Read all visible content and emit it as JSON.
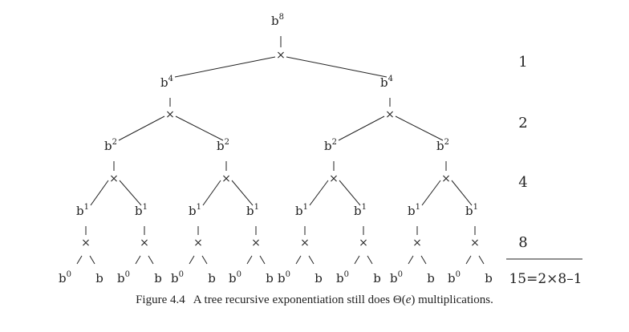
{
  "tree": {
    "operator_symbol": "×",
    "base": "b",
    "levels": [
      {
        "exponent": "8"
      },
      {
        "exponent": "4"
      },
      {
        "exponent": "2"
      },
      {
        "exponent": "1"
      },
      {
        "exponent": "0"
      }
    ],
    "leaf_pair": [
      "b⁰",
      "b"
    ]
  },
  "counts": {
    "level_values": [
      "1",
      "2",
      "4",
      "8"
    ],
    "total": "15=2×8–1"
  },
  "caption": {
    "figure_number": "Figure 4.4",
    "text_before": "A tree recursive exponentiation still does ",
    "theta": "Θ",
    "arg": "e",
    "text_after": " multiplications."
  }
}
